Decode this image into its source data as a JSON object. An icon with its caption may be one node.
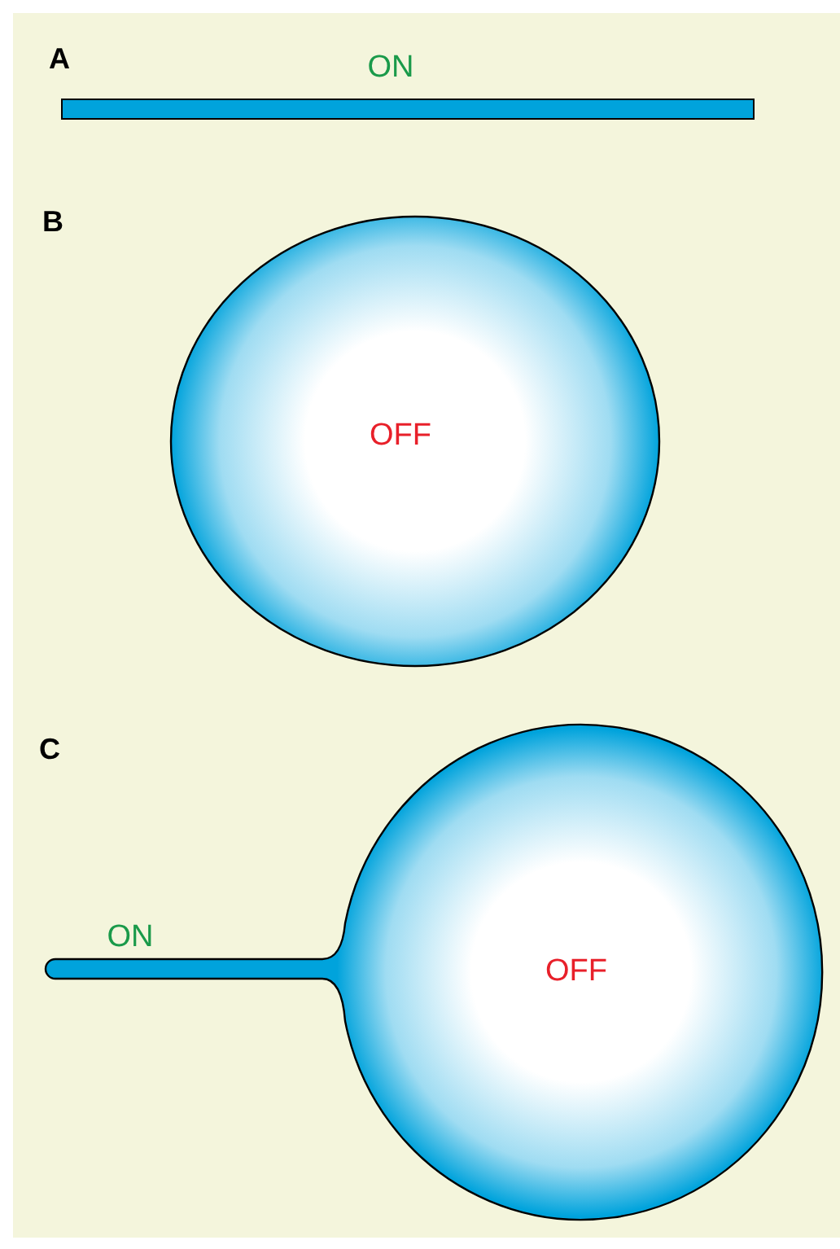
{
  "diagram": {
    "nodes": [
      {
        "text": [
          "ON"
        ]
      },
      {
        "text": [
          "OFF"
        ]
      },
      {
        "text": [
          "ON",
          "OFF"
        ]
      }
    ],
    "labels": [
      "A",
      "B",
      "C"
    ]
  }
}
